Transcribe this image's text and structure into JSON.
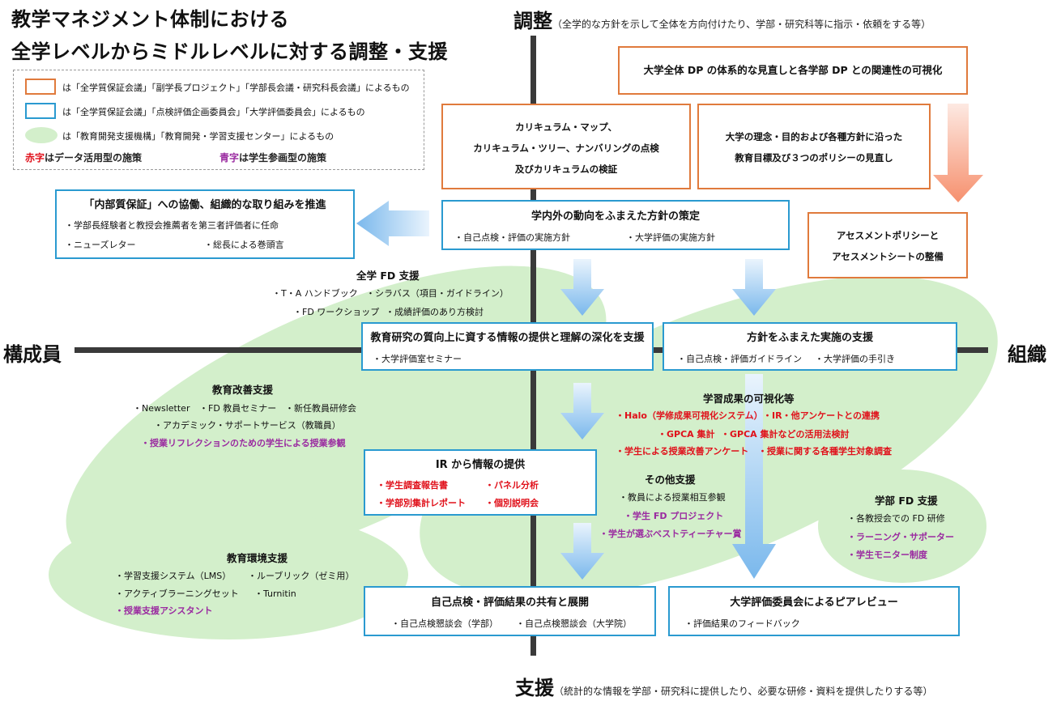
{
  "title": {
    "line1": "教学マネジメント体制における",
    "line2": "全学レベルからミドルレベルに対する調整・支援"
  },
  "legend": {
    "orange": "は「全学質保証会議」「副学長プロジェクト」「学部長会議・研究科長会議」によるもの",
    "blue": "は「全学質保証会議」「点検評価企画委員会」「大学評価委員会」によるもの",
    "green": "は「教育開発支援機構」「教育開発・学習支援センター」によるもの",
    "red_word": "赤字",
    "red_rest": "はデータ活用型の施策",
    "purple_word": "青字",
    "purple_rest": "は学生参画型の施策"
  },
  "axes": {
    "top_main": "調整",
    "top_sub": "（全学的な方針を示して全体を方向付けたり、学部・研究科等に指示・依頼をする等）",
    "bottom_main": "支援",
    "bottom_sub": "（統計的な情報を学部・研究科に提供したり、必要な研修・資料を提供したりする等）",
    "left": "構成員",
    "right": "組織"
  },
  "boxes": {
    "dp": "大学全体 DP の体系的な見直しと各学部 DP との関連性の可視化",
    "curriculum": [
      "カリキュラム・マップ、",
      "カリキュラム・ツリー、ナンバリングの点検",
      "及びカリキュラムの検証"
    ],
    "rinen": [
      "大学の理念・目的および各種方針に沿った",
      "教育目標及び３つのポリシーの見直し"
    ],
    "assessment": [
      "アセスメントポリシーと",
      "アセスメントシートの整備"
    ],
    "naibu": {
      "title": "「内部質保証」への協働、組織的な取り組みを推進",
      "items": [
        "・学部長経験者と教授会推薦者を第三者評価者に任命",
        "・ニューズレター",
        "・総長による巻頭言"
      ]
    },
    "hoshin": {
      "title": "学内外の動向をふまえた方針の策定",
      "items": [
        "・自己点検・評価の実施方針",
        "・大学評価の実施方針"
      ]
    },
    "kyoiku": {
      "title": "教育研究の質向上に資する情報の提供と理解の深化を支援",
      "items": [
        "・大学評価室セミナー"
      ]
    },
    "jisshi": {
      "title": "方針をふまえた実施の支援",
      "items": [
        "・自己点検・評価ガイドライン",
        "・大学評価の手引き"
      ]
    },
    "ir": {
      "title": "IR から情報の提供",
      "items": [
        "・学生調査報告書",
        "・パネル分析",
        "・学部別集計レポート",
        "・個別説明会"
      ]
    },
    "kyoyu": {
      "title": "自己点検・評価結果の共有と展開",
      "items": [
        "・自己点検懇談会（学部）",
        "・自己点検懇談会（大学院）"
      ]
    },
    "peer": {
      "title": "大学評価委員会によるピアレビュー",
      "items": [
        "・評価結果のフィードバック"
      ]
    }
  },
  "groups": {
    "zengaku_fd": {
      "title": "全学 FD 支援",
      "items": [
        "・T・A ハンドブック",
        "・シラバス（項目・ガイドライン）",
        "・FD ワークショップ",
        "・成績評価のあり方検討"
      ]
    },
    "kaizen": {
      "title": "教育改善支援",
      "items": [
        "・Newsletter",
        "・FD 教員セミナー",
        "・新任教員研修会",
        "・アカデミック・サポートサービス（教職員）",
        "・授業リフレクションのための学生による授業参観"
      ]
    },
    "seika": {
      "title": "学習成果の可視化等",
      "items": [
        "・Halo（学修成果可視化システム）",
        "・IR・他アンケートとの連携",
        "・GPCA 集計",
        "・GPCA 集計などの活用法検討",
        "・学生による授業改善アンケート",
        "・授業に関する各種学生対象調査"
      ]
    },
    "sonota": {
      "title": "その他支援",
      "items": [
        "・教員による授業相互参観",
        "・学生 FD プロジェクト",
        "・学生が選ぶベストティーチャー賞"
      ]
    },
    "gakubu_fd": {
      "title": "学部 FD 支援",
      "items": [
        "・各教授会での FD 研修",
        "・ラーニング・サポーター",
        "・学生モニター制度"
      ]
    },
    "kankyo": {
      "title": "教育環境支援",
      "items": [
        "・学習支援システム（LMS）",
        "・ルーブリック（ゼミ用）",
        "・アクティブラーニングセット",
        "・Turnitin",
        "・授業支援アシスタント"
      ]
    }
  },
  "colors": {
    "orange": "#e07a3c",
    "blue": "#2a9ad0",
    "green": "#d3efcb",
    "red": "#e0101a",
    "purple": "#9a2aa0"
  }
}
